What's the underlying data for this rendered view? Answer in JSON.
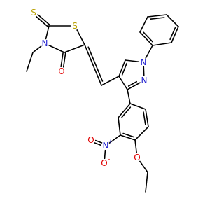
{
  "molecule": {
    "bond_color": "#000000",
    "atoms": [
      {
        "id": "S_thione",
        "symbol": "S",
        "color": "#b8a000"
      },
      {
        "id": "S_ring",
        "symbol": "S",
        "color": "#b8a000"
      },
      {
        "id": "N_thiazolidine",
        "symbol": "N",
        "color": "#2020d0"
      },
      {
        "id": "O_carbonyl",
        "symbol": "O",
        "color": "#e00000"
      },
      {
        "id": "N1_pyrazole",
        "symbol": "N",
        "color": "#2020d0"
      },
      {
        "id": "N2_pyrazole",
        "symbol": "N",
        "color": "#2020d0"
      },
      {
        "id": "N_nitro",
        "symbol": "N",
        "color": "#2020d0",
        "charge": "+"
      },
      {
        "id": "O_nitro_double",
        "symbol": "O",
        "color": "#e00000"
      },
      {
        "id": "O_nitro_single",
        "symbol": "O",
        "color": "#e00000",
        "charge": "-"
      },
      {
        "id": "O_ether",
        "symbol": "O",
        "color": "#e00000"
      }
    ]
  }
}
